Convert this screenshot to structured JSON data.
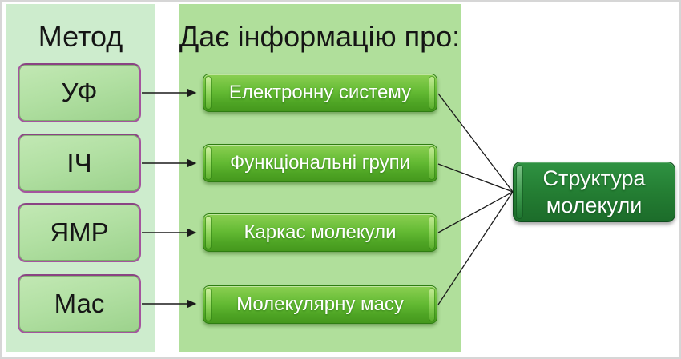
{
  "page": {
    "background": "#ffffff",
    "frame_border_color": "#d6d6d6"
  },
  "left_panel": {
    "title": "Метод",
    "background": "#cdeccd",
    "box_border_color": "#a4549e",
    "box_fill_top": "#c2e8b4",
    "box_fill_bottom": "#9cd28c",
    "text_color": "#161616",
    "boxes": [
      {
        "label": "УФ"
      },
      {
        "label": "ІЧ"
      },
      {
        "label": "ЯМР"
      },
      {
        "label": "Мас"
      }
    ]
  },
  "middle_panel": {
    "title": "Дає інформацію про:",
    "background": "#b0df9b",
    "button_fill_top": "#8bd052",
    "button_fill_bottom": "#45981d",
    "button_border_color": "#2e7d12",
    "button_text_color": "#ffffff",
    "buttons": [
      {
        "label": "Електронну систему"
      },
      {
        "label": "Функціональні групи"
      },
      {
        "label": "Каркас молекули"
      },
      {
        "label": "Молекулярну масу"
      }
    ]
  },
  "result_box": {
    "label": "Структура молекули",
    "fill_top": "#2f9242",
    "fill_bottom": "#1c6c2a",
    "border_color": "#0f4d1e",
    "text_color": "#ffffff"
  },
  "connections": {
    "line_color": "#1a1a1a",
    "method_to_info": [
      {
        "from": "УФ",
        "to": "Електронну систему"
      },
      {
        "from": "ІЧ",
        "to": "Функціональні групи"
      },
      {
        "from": "ЯМР",
        "to": "Каркас молекули"
      },
      {
        "from": "Мас",
        "to": "Молекулярну масу"
      }
    ],
    "info_to_result": [
      {
        "from": "Електронну систему",
        "to": "Структура молекули"
      },
      {
        "from": "Функціональні групи",
        "to": "Структура молекули"
      },
      {
        "from": "Каркас молекули",
        "to": "Структура молекули"
      },
      {
        "from": "Молекулярну масу",
        "to": "Структура молекули"
      }
    ]
  }
}
